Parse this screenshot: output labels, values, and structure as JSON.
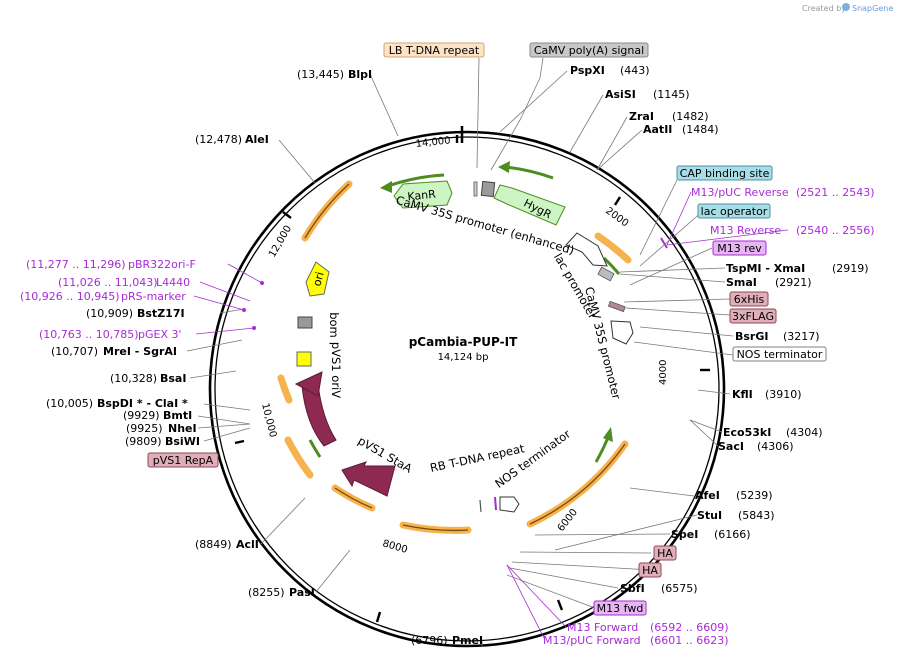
{
  "header": {
    "created_by": "Created by",
    "brand": "SnapGene"
  },
  "plasmid": {
    "name": "pCambia-PUP-IT",
    "size": "14,124 bp",
    "length": 14124
  },
  "ticks": [
    "2000",
    "4000",
    "6000",
    "8000",
    "10,000",
    "12,000",
    "14,000"
  ],
  "sites": [
    {
      "pos": "(443)",
      "name": "PspXI"
    },
    {
      "pos": "(1145)",
      "name": "AsiSI"
    },
    {
      "pos": "(1482)",
      "name": "ZraI"
    },
    {
      "pos": "(1484)",
      "name": "AatII"
    },
    {
      "pos": "(2919)",
      "name": "TspMI  - XmaI"
    },
    {
      "pos": "(2921)",
      "name": "SmaI"
    },
    {
      "pos": "(3217)",
      "name": "BsrGI"
    },
    {
      "pos": "(3910)",
      "name": "KflI"
    },
    {
      "pos": "(4304)",
      "name": "Eco53kI"
    },
    {
      "pos": "(4306)",
      "name": "SacI"
    },
    {
      "pos": "(5239)",
      "name": "AfeI"
    },
    {
      "pos": "(5843)",
      "name": "StuI"
    },
    {
      "pos": "(6166)",
      "name": "SpeI"
    },
    {
      "pos": "(6575)",
      "name": "SbfI"
    },
    {
      "pos": "(6796)",
      "name": "PmeI"
    },
    {
      "pos": "(8255)",
      "name": "PasI"
    },
    {
      "pos": "(8849)",
      "name": "AclI"
    },
    {
      "pos": "(9809)",
      "name": "BsiWI"
    },
    {
      "pos": "(9925)",
      "name": "NheI"
    },
    {
      "pos": "(9929)",
      "name": "BmtI"
    },
    {
      "pos": "(10,005)",
      "name": "BspDI *  - ClaI *"
    },
    {
      "pos": "(10,328)",
      "name": "BsaI"
    },
    {
      "pos": "(10,707)",
      "name": "MreI  - SgrAI"
    },
    {
      "pos": "(10,909)",
      "name": "BstZ17I"
    },
    {
      "pos": "(12,478)",
      "name": "AleI"
    },
    {
      "pos": "(13,445)",
      "name": "BlpI"
    }
  ],
  "primers": [
    {
      "label": "M13/pUC Reverse",
      "range": "(2521 .. 2543)"
    },
    {
      "label": "M13 Reverse",
      "range": "(2540 .. 2556)"
    },
    {
      "label": "M13 Forward",
      "range": "(6592 .. 6609)"
    },
    {
      "label": "M13/pUC Forward",
      "range": "(6601 .. 6623)"
    },
    {
      "label": "pBR322ori-F",
      "range": "(11,277 .. 11,296)"
    },
    {
      "label": "L4440",
      "range": "(11,026 .. 11,043)"
    },
    {
      "label": "pRS-marker",
      "range": "(10,926 .. 10,945)"
    },
    {
      "label": "pGEX 3'",
      "range": "(10,763 .. 10,785)"
    }
  ],
  "boxed_labels": [
    {
      "text": "LB T-DNA repeat",
      "fill": "#fde3c5",
      "stroke": "#d4a373"
    },
    {
      "text": "CaMV poly(A) signal",
      "fill": "#c8c8c8",
      "stroke": "#8a8a8a"
    },
    {
      "text": "CAP binding site",
      "fill": "#a6dde6",
      "stroke": "#4d8fa0"
    },
    {
      "text": "lac operator",
      "fill": "#a6dde6",
      "stroke": "#4d8fa0"
    },
    {
      "text": "M13 rev",
      "fill": "#e7b6f2",
      "stroke": "#a72bd6"
    },
    {
      "text": "6xHis",
      "fill": "#e0aeb9",
      "stroke": "#8e4a5a"
    },
    {
      "text": "3xFLAG",
      "fill": "#e0aeb9",
      "stroke": "#8e4a5a"
    },
    {
      "text": "NOS terminator",
      "fill": "#ffffff",
      "stroke": "#808080"
    },
    {
      "text": "HA",
      "fill": "#e0aeb9",
      "stroke": "#8e4a5a"
    },
    {
      "text": "HA",
      "fill": "#e0aeb9",
      "stroke": "#8e4a5a"
    },
    {
      "text": "M13 fwd",
      "fill": "#e7b6f2",
      "stroke": "#a72bd6"
    },
    {
      "text": "pVS1 RepA",
      "fill": "#e0aeb9",
      "stroke": "#8e4a5a"
    }
  ],
  "inner_labels": {
    "kanr": "KanR",
    "hygr": "HygR",
    "camv_enh": "CaMV 35S promoter (enhanced)",
    "lac_prom": "lac promoter",
    "camv": "CaMV 35S promoter",
    "ori": "ori",
    "bom": "bom",
    "pvs1_oriv": "pVS1 oriV",
    "pvs1_staa": "pVS1 StaA",
    "rb": "RB T-DNA repeat",
    "nos": "NOS terminator"
  },
  "colors": {
    "orf_fill": "#f6b24c",
    "green_arrow": "#4d8c1f",
    "resistance_fill": "#cdf5c4",
    "repa_fill": "#8e2a52",
    "ori_fill": "#ffff00",
    "primer_color": "#a72bd6"
  }
}
